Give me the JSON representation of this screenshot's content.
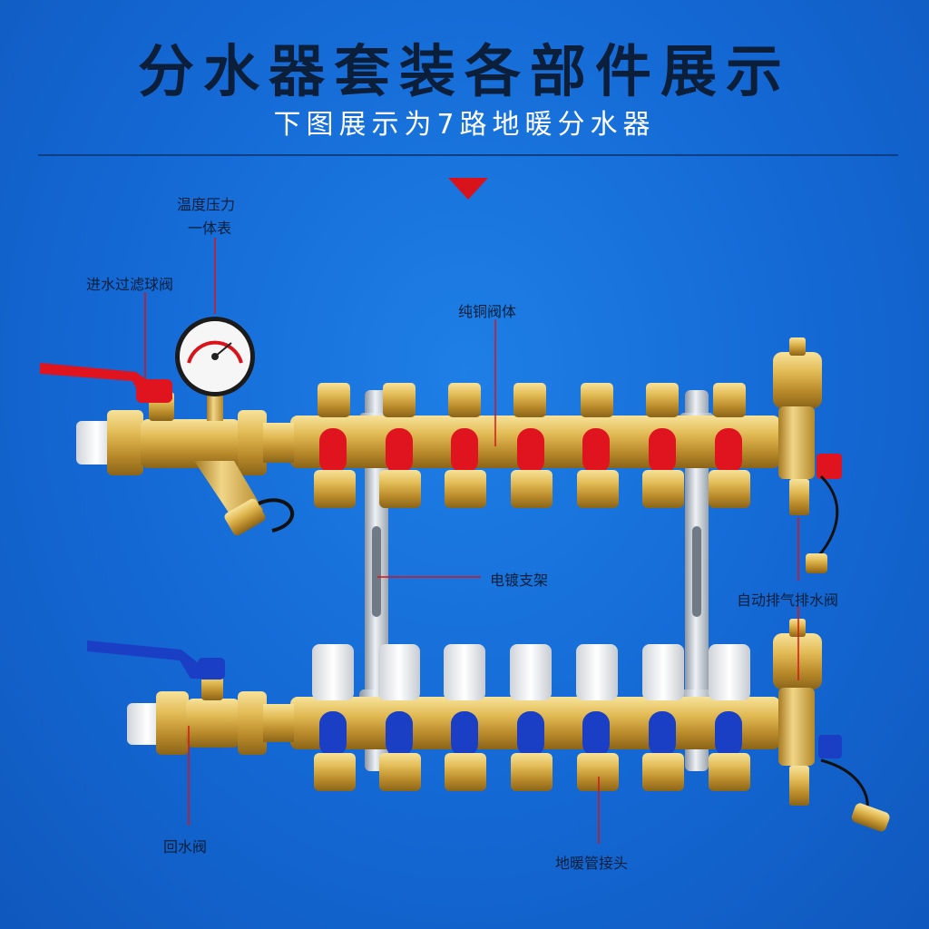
{
  "header": {
    "title": "分水器套装各部件展示",
    "subtitle": "下图展示为7路地暖分水器"
  },
  "labels": {
    "gauge_line1": "温度压力",
    "gauge_line2": "一体表",
    "inlet_valve": "进水过滤球阀",
    "copper_body": "纯铜阀体",
    "bracket": "电镀支架",
    "vent_valve": "自动排气排水阀",
    "return_valve": "回水阀",
    "pipe_connector": "地暖管接头"
  },
  "colors": {
    "accent_arrow": "#d8131b",
    "supply_red": "#e0141e",
    "return_blue": "#1b3fc4",
    "brass": "#d9b04a"
  },
  "manifold": {
    "loops": 7
  }
}
